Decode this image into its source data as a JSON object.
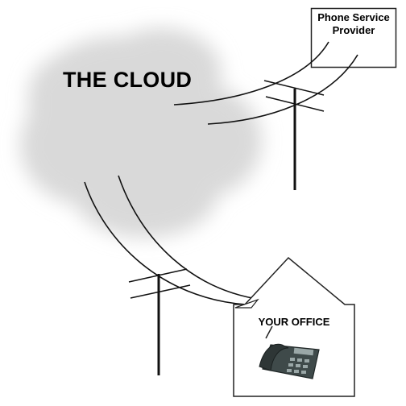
{
  "diagram": {
    "cloud_label": "THE CLOUD",
    "provider_label": "Phone Service Provider",
    "office_label": "YOUR OFFICE",
    "elements": [
      "cloud",
      "phone-service-provider-box",
      "utility-pole-right",
      "utility-pole-left",
      "office-house",
      "desk-phone"
    ]
  },
  "colors": {
    "line": "#111111",
    "cloud": "#dcdcdc",
    "phone_body": "#3f4a4a",
    "phone_screen": "#9aa7a7"
  }
}
